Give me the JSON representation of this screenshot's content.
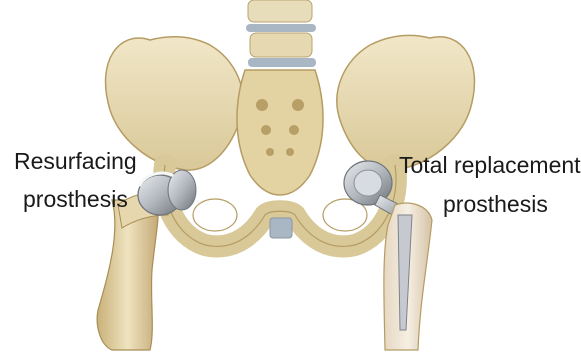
{
  "labels": {
    "resurfacing_line1": "Resurfacing",
    "resurfacing_line2": "prosthesis",
    "total_line1": "Total replacement",
    "total_line2": "prosthesis"
  },
  "colors": {
    "bone": "#ebdfb9",
    "bone_shadow": "#c9b17a",
    "bone_dark": "#a88e55",
    "metal": "#bfc3c8",
    "metal_dark": "#7d8289",
    "text": "#1a1a1a"
  }
}
